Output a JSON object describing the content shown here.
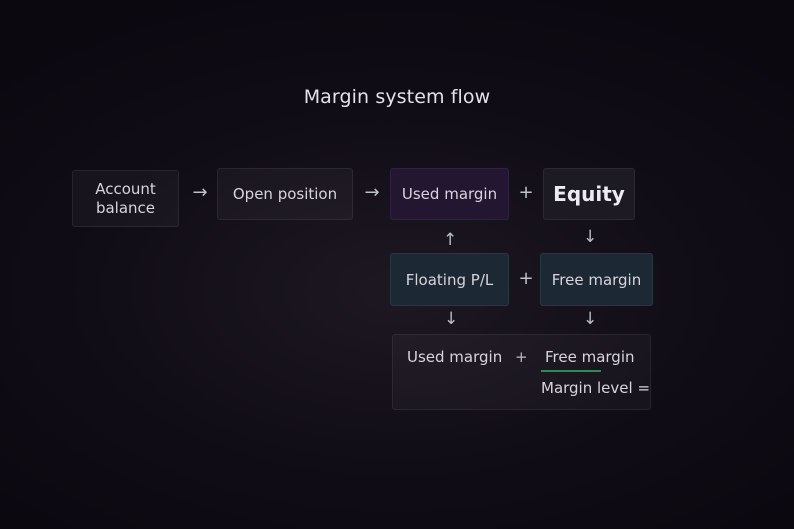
{
  "title": "Margin system flow",
  "nodes": {
    "account_balance": "Account\nbalance",
    "account_balance_line1": "Account",
    "account_balance_line2": "balance",
    "open_position": "Open position",
    "used_margin": "Used margin",
    "equity": "Equity",
    "floating_pl": "Floating P/L",
    "free_margin": "Free margin"
  },
  "operators": {
    "arrow_right": "→",
    "arrow_up": "↑",
    "arrow_down": "↓",
    "plus": "+"
  },
  "result_box": {
    "term1": "Used margin",
    "operator": "+",
    "term2": "Free margin",
    "label": "Margin level ="
  },
  "colors": {
    "background": "#110d17",
    "used_margin_box": "#231631",
    "teal_box": "#1c2833",
    "underline_accent": "#2e8a55"
  }
}
